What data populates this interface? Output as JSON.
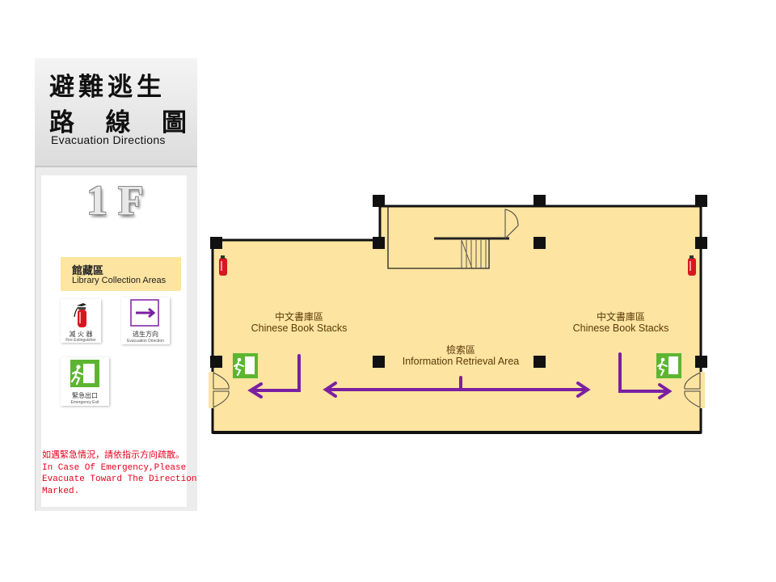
{
  "legend": {
    "title_zh_line1": "避難逃生",
    "title_zh_line2": [
      "路",
      "線",
      "圖"
    ],
    "title_en": "Evacuation Directions",
    "floor": "1 F",
    "collection_area": {
      "zh": "館藏區",
      "en": "Library Collection Areas",
      "color": "#fde4a0"
    },
    "items": [
      {
        "id": "fire-extinguisher",
        "zh": "滅 火 器",
        "en": "Fire Extinguisher",
        "icon": "fire-extinguisher-icon"
      },
      {
        "id": "evacuation-direction",
        "zh": "逃生方向",
        "en": "Evacuation Direction",
        "icon": "arrow-right-icon"
      },
      {
        "id": "emergency-exit",
        "zh": "緊急出口",
        "en": "Emergency Exit",
        "icon": "emergency-exit-icon"
      }
    ],
    "emergency_note": [
      "如遇緊急情況，請依指示方向疏散。",
      "In Case Of Emergency,Please",
      "Evacuate Toward The Direction",
      "Marked."
    ]
  },
  "map": {
    "floor_color": "#fde4a0",
    "arrow_color": "#7b1fa2",
    "exit_sign_color": "#5cb531",
    "extinguisher_color": "#d7171f",
    "zones": [
      {
        "id": "chinese-book-stacks-left",
        "zh": "中文書庫區",
        "en": "Chinese Book Stacks"
      },
      {
        "id": "information-retrieval-area",
        "zh": "檢索區",
        "en": "Information Retrieval Area"
      },
      {
        "id": "chinese-book-stacks-right",
        "zh": "中文書庫區",
        "en": "Chinese Book Stacks"
      }
    ]
  }
}
